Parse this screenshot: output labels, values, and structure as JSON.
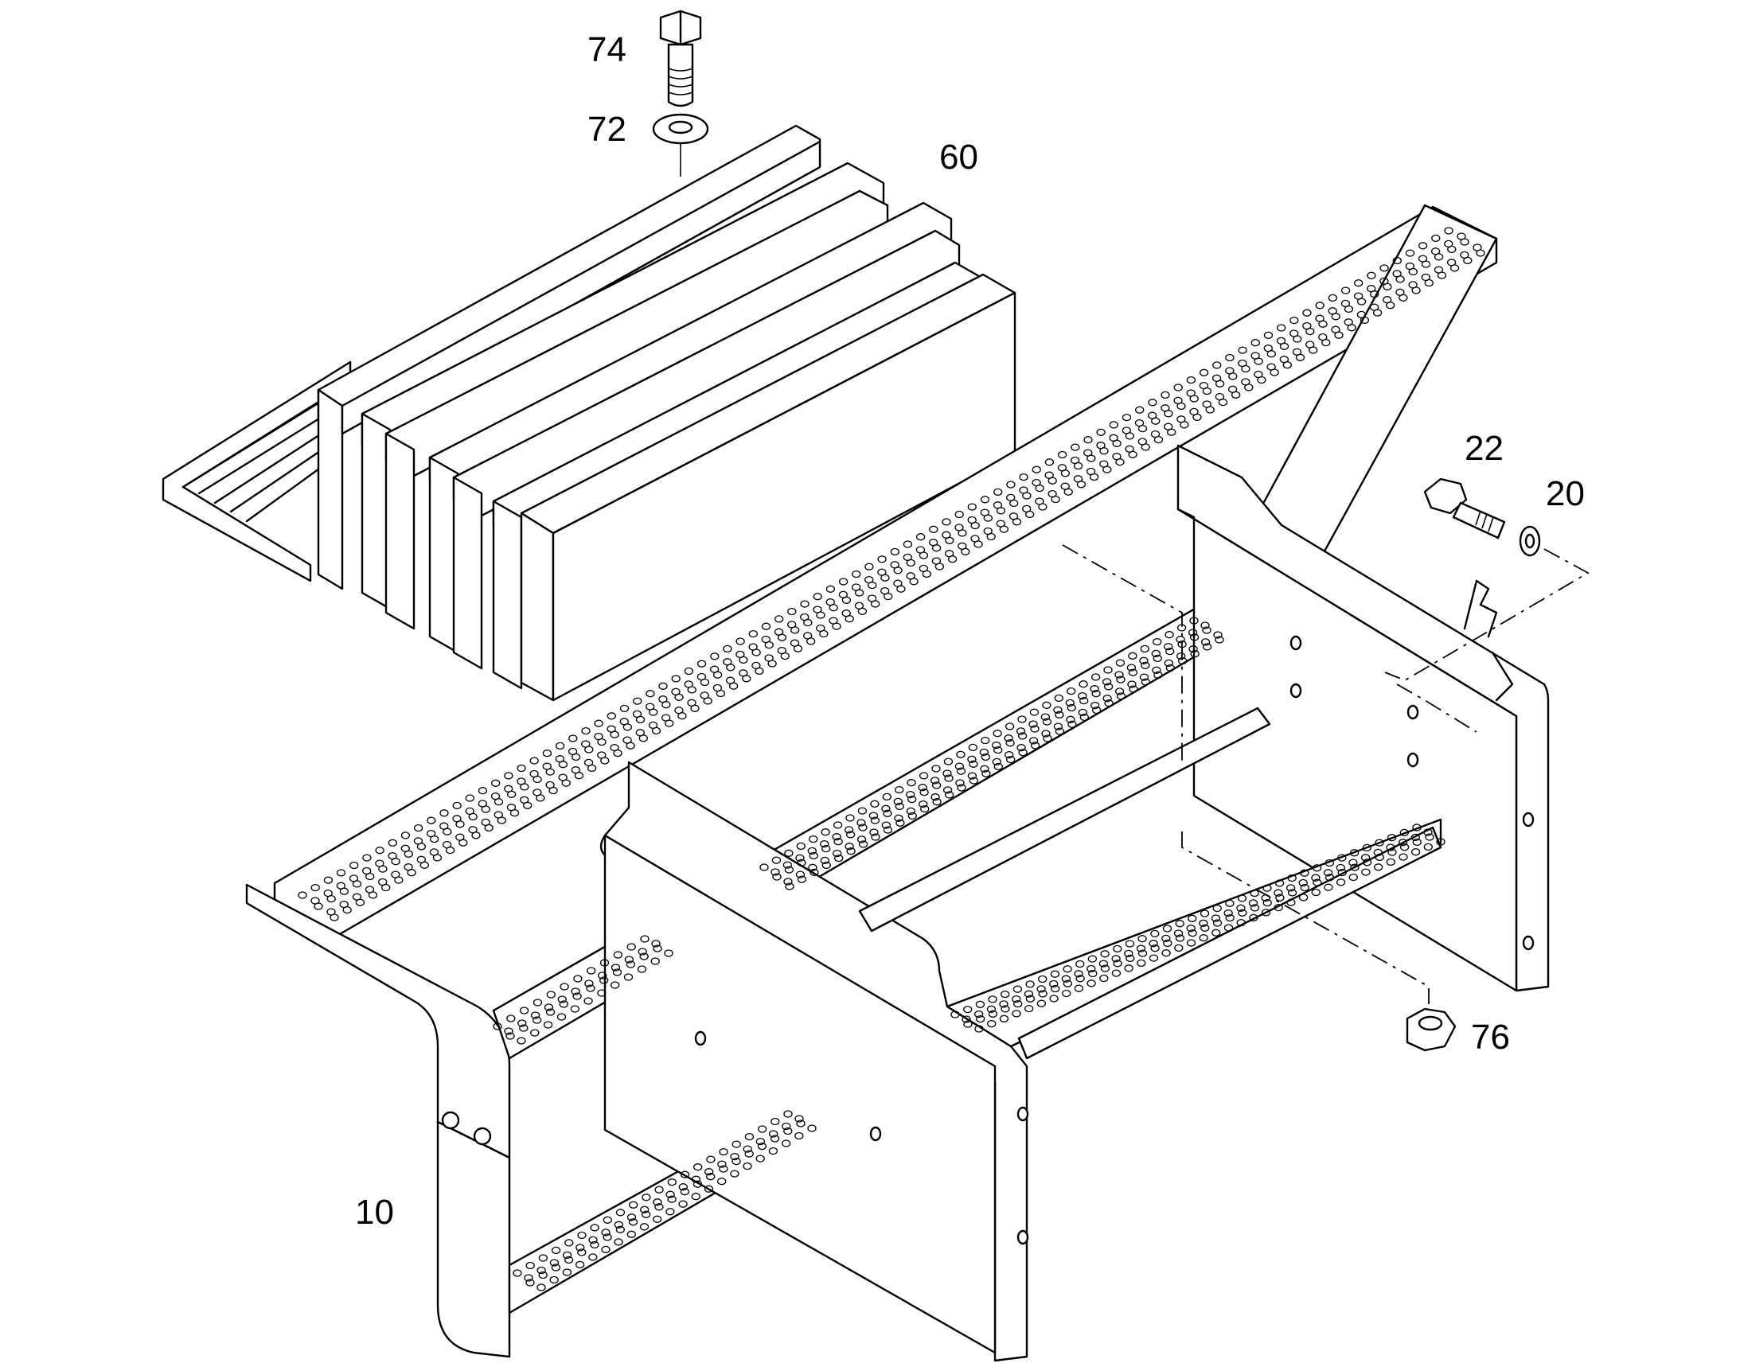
{
  "callouts": [
    {
      "id": "74",
      "text": "74"
    },
    {
      "id": "72",
      "text": "72"
    },
    {
      "id": "60",
      "text": "60"
    },
    {
      "id": "22",
      "text": "22"
    },
    {
      "id": "20",
      "text": "20"
    },
    {
      "id": "76",
      "text": "76"
    },
    {
      "id": "10",
      "text": "10"
    }
  ],
  "colors": {
    "ink": "#000000",
    "paper": "#ffffff"
  }
}
